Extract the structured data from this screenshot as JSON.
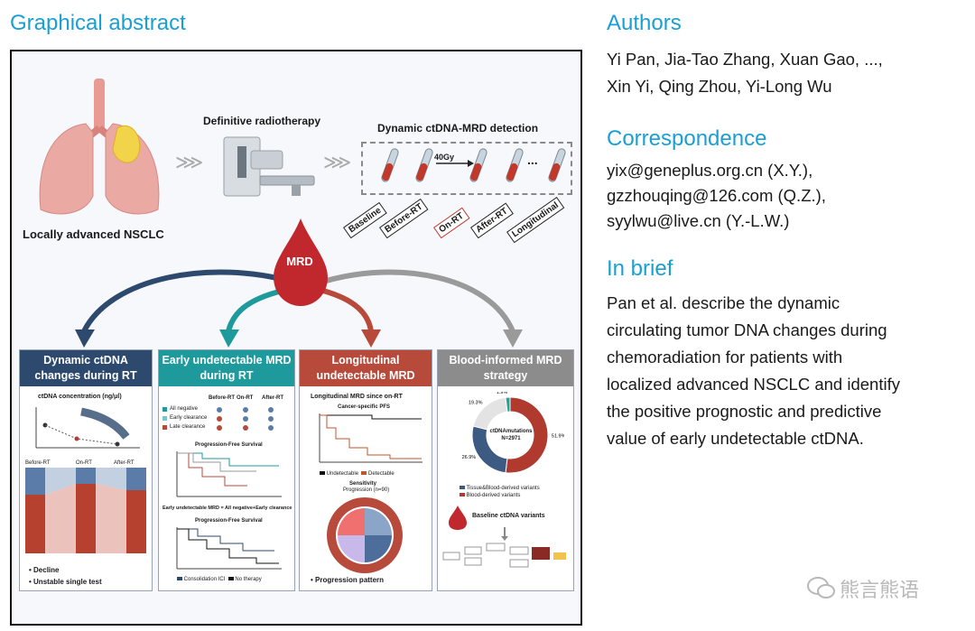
{
  "graphical_abstract": {
    "title": "Graphical abstract",
    "lung_label": "Locally advanced NSCLC",
    "radiotherapy_label": "Definitive radiotherapy",
    "detection_label": "Dynamic ctDNA-MRD detection",
    "dose_label": "40Gy",
    "ellipsis": "...",
    "timepoints": [
      "Baseline",
      "Before-RT",
      "On-RT",
      "After-RT",
      "Longitudinal"
    ],
    "drop_label": "MRD",
    "panels": [
      {
        "title": "Dynamic ctDNA changes during RT",
        "color": "#2d4a6e",
        "chart_title": "ctDNA concentration (ng/μl)",
        "stage_labels": [
          "Before-RT",
          "On-RT",
          "After-RT"
        ],
        "bullets": [
          "Decline",
          "Unstable single test"
        ]
      },
      {
        "title": "Early undetectable MRD during RT",
        "color": "#1e9a9d",
        "table_headers": [
          "Before-RT",
          "On-RT",
          "After-RT"
        ],
        "table_rows": [
          "All negative",
          "Early clearance",
          "Late clearance"
        ],
        "km1_title": "Progression-Free Survival",
        "definition": "Early undetectable MRD = All negative+Early clearance",
        "km2_title": "Progression-Free Survival",
        "km2_legend": [
          "Consolidation ICI",
          "No therapy"
        ]
      },
      {
        "title": "Longitudinal undetectable MRD",
        "color": "#b84a3c",
        "sub_title": "Longitudinal MRD since on-RT",
        "km_title": "Cancer-specific PFS",
        "km_legend": [
          "Undetectable",
          "Detectable"
        ],
        "sens_title": "Sensitivity",
        "sens_subtitle": "Progression (n=90)",
        "bullets": [
          "Progression pattern"
        ]
      },
      {
        "title": "Blood-informed MRD strategy",
        "color": "#8c8c8c",
        "donut_center": [
          "ctDNAmutations",
          "N=2971"
        ],
        "legend": [
          "Tissue&Blood-derived variants",
          "Blood-derived variants"
        ],
        "baseline_label": "Baseline ctDNA variants"
      }
    ]
  },
  "authors": {
    "heading": "Authors",
    "line1": "Yi Pan, Jia-Tao Zhang, Xuan Gao, ...,",
    "line2": "Xin Yi, Qing Zhou, Yi-Long Wu"
  },
  "correspondence": {
    "heading": "Correspondence",
    "lines": [
      "yix@geneplus.org.cn (X.Y.),",
      "gzzhouqing@126.com (Q.Z.),",
      "syylwu@live.cn (Y.-L.W.)"
    ]
  },
  "in_brief": {
    "heading": "In brief",
    "lines": [
      "Pan et al. describe the dynamic",
      "circulating tumor DNA changes during",
      "chemoradiation for patients with",
      "localized advanced NSCLC and identify",
      "the positive prognostic and predictive",
      "value of early undetectable ctDNA."
    ]
  },
  "watermark": "熊言熊语",
  "chart_data": [
    {
      "type": "pie",
      "title": "",
      "center_text": [
        "ctDNAmutations",
        "N=2971"
      ],
      "slices": [
        {
          "label": "Blood-derived variants",
          "value": 51.9
        },
        {
          "label": "Tissue&Blood-derived variants",
          "value": 26.9
        },
        {
          "label": "",
          "value": 19.3
        },
        {
          "label": "",
          "value": 1.9
        }
      ],
      "colors": [
        "#b03a2e",
        "#3c5a82",
        "#e3e3e3",
        "#2aa198"
      ]
    }
  ]
}
